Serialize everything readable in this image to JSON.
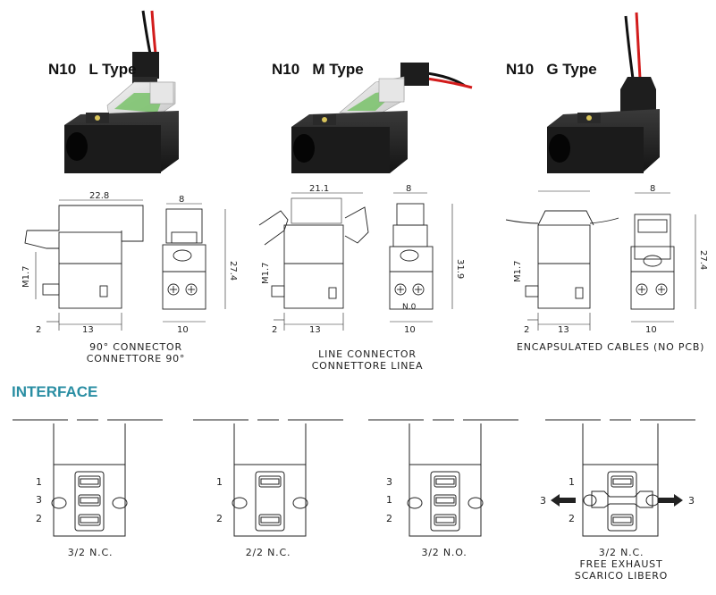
{
  "products": [
    {
      "title": "N10   L Type"
    },
    {
      "title": "N10   M Type"
    },
    {
      "title": "N10   G Type"
    }
  ],
  "drawings": [
    {
      "dims": {
        "top": "22.8",
        "side_top": "8",
        "height": "27.4",
        "thread": "M1.7",
        "left": "2",
        "bottom": "13",
        "side_bottom": "10"
      },
      "caption_line1": "90° CONNECTOR",
      "caption_line2": "CONNETTORE 90°"
    },
    {
      "dims": {
        "top": "21.1",
        "side_top": "8",
        "height": "31.9",
        "thread": "M1.7",
        "left": "2",
        "bottom": "13",
        "side_bottom": "10",
        "no": "N.0"
      },
      "caption_line1": "LINE CONNECTOR",
      "caption_line2": "CONNETTORE LINEA"
    },
    {
      "dims": {
        "side_top": "8",
        "height": "27.4",
        "thread": "M1.7",
        "left": "2",
        "bottom": "13",
        "side_bottom": "10"
      },
      "caption_line1": "ENCAPSULATED CABLES (NO PCB)"
    }
  ],
  "interface": {
    "title": "INTERFACE",
    "items": [
      {
        "ports": [
          "1",
          "3",
          "2"
        ],
        "caption_line1": "3/2 N.C."
      },
      {
        "ports": [
          "1",
          "2"
        ],
        "caption_line1": "2/2 N.C."
      },
      {
        "ports": [
          "3",
          "1",
          "2"
        ],
        "caption_line1": "3/2 N.O."
      },
      {
        "ports": [
          "1",
          "2"
        ],
        "exhaust_left": "3",
        "exhaust_right": "3",
        "caption_line1": "3/2 N.C.",
        "caption_line2": "FREE EXHAUST",
        "caption_line3": "SCARICO LIBERO"
      }
    ]
  },
  "colors": {
    "body": "#1c1c1c",
    "accent_green": "#79c26a",
    "wire_red": "#d21c1c",
    "title_teal": "#2a8ea3"
  }
}
